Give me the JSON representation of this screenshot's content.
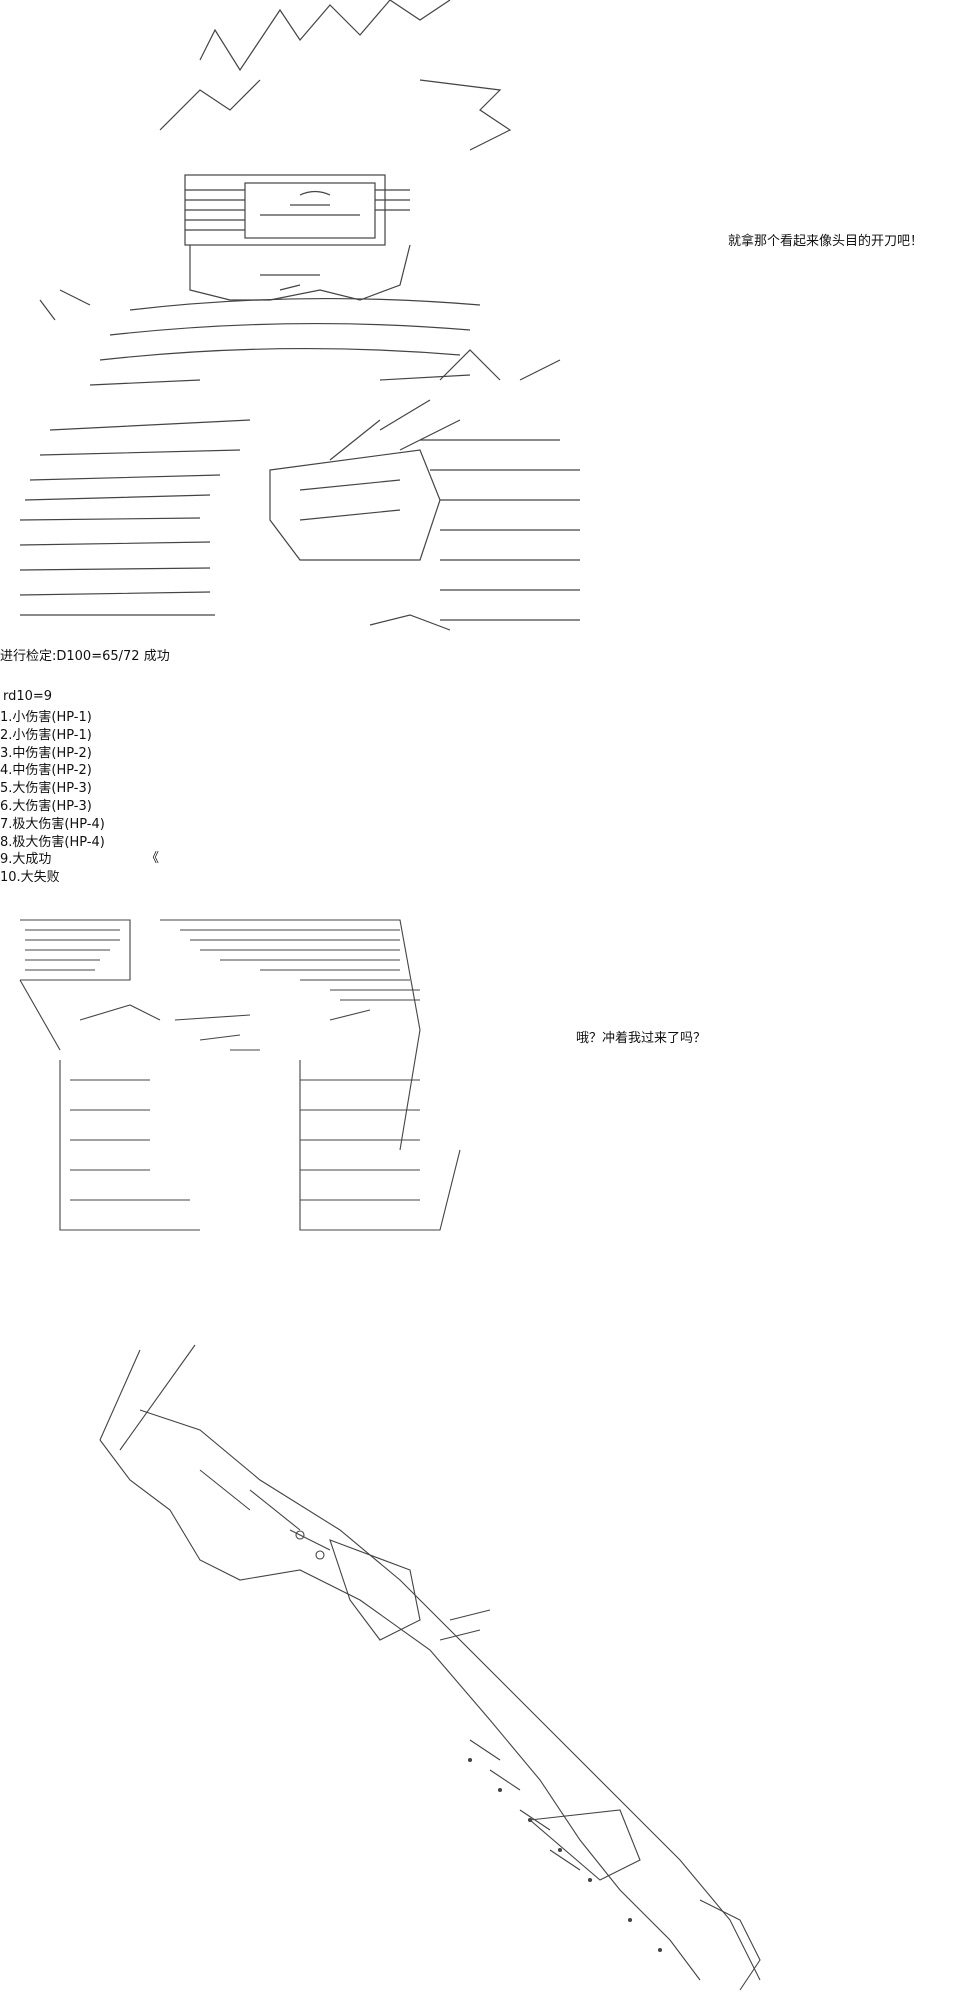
{
  "speech": {
    "first": "就拿那个看起来像头目的开刀吧！",
    "second": "哦？冲着我过来了吗？"
  },
  "check": {
    "line": "进行检定:D100=65/72 成功",
    "roll": "rd10=9",
    "outcomes": [
      "1.小伤害(HP-1)",
      "2.小伤害(HP-1)",
      "3.中伤害(HP-2)",
      "4.中伤害(HP-2)",
      "5.大伤害(HP-3)",
      "6.大伤害(HP-3)",
      "7.极大伤害(HP-4)",
      "8.极大伤害(HP-4)",
      "9.大成功",
      "10.大失败"
    ],
    "marker": "《"
  },
  "art": {
    "figure1": "ascii-art-goggled-warrior",
    "figure2": "ascii-art-hooded-girl",
    "figure3": "ascii-art-rifle"
  }
}
